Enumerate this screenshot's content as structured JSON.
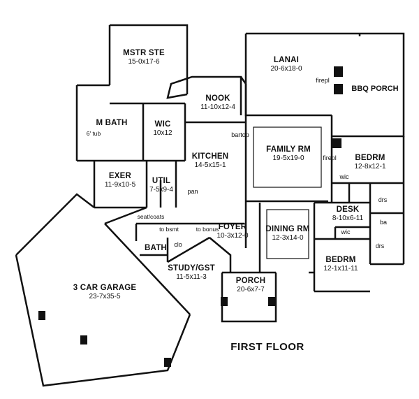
{
  "plan_title": "FIRST FLOOR",
  "rooms": {
    "master_suite": {
      "name": "MSTR STE",
      "size": "15-0x17-6"
    },
    "lanai": {
      "name": "LANAI",
      "size": "20-6x18-0"
    },
    "nook": {
      "name": "NOOK",
      "size": "11-10x12-4"
    },
    "master_bath": {
      "name": "M BATH"
    },
    "wic": {
      "name": "WIC",
      "size": "10x12"
    },
    "kitchen": {
      "name": "KITCHEN",
      "size": "14-5x15-1"
    },
    "family_room": {
      "name": "FAMILY RM",
      "size": "19-5x19-0"
    },
    "bedroom_1": {
      "name": "BEDRM",
      "size": "12-8x12-1"
    },
    "exercise": {
      "name": "EXER",
      "size": "11-9x10-5"
    },
    "utility": {
      "name": "UTIL",
      "size": "7-5x9-4"
    },
    "foyer": {
      "name": "FOYER",
      "size": "10-3x12-0"
    },
    "dining_room": {
      "name": "DINING RM",
      "size": "12-3x14-0"
    },
    "desk": {
      "name": "DESK",
      "size": "8-10x6-11"
    },
    "bedroom_2": {
      "name": "BEDRM",
      "size": "12-1x11-11"
    },
    "bath": {
      "name": "BATH"
    },
    "study": {
      "name": "STUDY/GST",
      "size": "11-5x11-3"
    },
    "garage": {
      "name": "3 CAR GARAGE",
      "size": "23-7x35-5"
    },
    "porch": {
      "name": "PORCH",
      "size": "20-6x7-7"
    }
  },
  "labels": {
    "bbq_porch": "BBQ PORCH",
    "firepl_lanai": "firepl",
    "firepl_family": "firepl",
    "tub": "6' tub",
    "bartop": "bartop",
    "pan": "pan",
    "wic_bed": "wic",
    "wic_desk": "wic",
    "drs_1": "drs",
    "drs_2": "drs",
    "ba": "ba",
    "seat_coats": "seat/coats",
    "to_bsmt": "to bsmt",
    "to_bonus": "to bonus",
    "clo": "clo"
  }
}
